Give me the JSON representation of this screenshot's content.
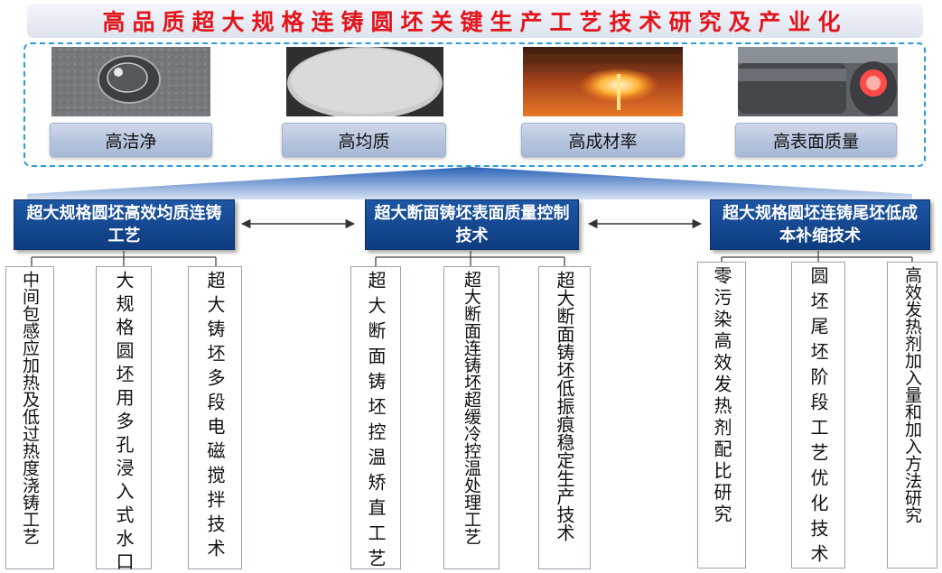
{
  "title": "高品质超大规格连铸圆坯关键生产工艺技术研究及产业化",
  "features": [
    "高洁净",
    "高均质",
    "高成材率",
    "高表面质量"
  ],
  "technologies": [
    {
      "label": "超大规格圆坯高效均质连铸工艺",
      "subitems": [
        "中间包感应加热及低过热度浇铸工艺",
        "大规格圆坯用多孔浸入式水口",
        "超大铸坯多段电磁搅拌技术"
      ]
    },
    {
      "label": "超大断面铸坯表面质量控制技术",
      "subitems": [
        "超大断面铸坯控温矫直工艺",
        "超大断面连铸坯超缓冷控温处理工艺",
        "超大断面铸坯低振痕稳定生产技术"
      ]
    },
    {
      "label": "超大规格圆坯连铸尾坯低成本补缩技术",
      "subitems": [
        "零污染高效发热剂配比研究",
        "圆坯尾坯阶段工艺优化技术",
        "高效发热剂加入量和加入方法研究"
      ]
    }
  ],
  "colors": {
    "title_red": "#e3141b",
    "box_blue": "#1d56a3",
    "frame_dash": "#2a9bd6"
  }
}
